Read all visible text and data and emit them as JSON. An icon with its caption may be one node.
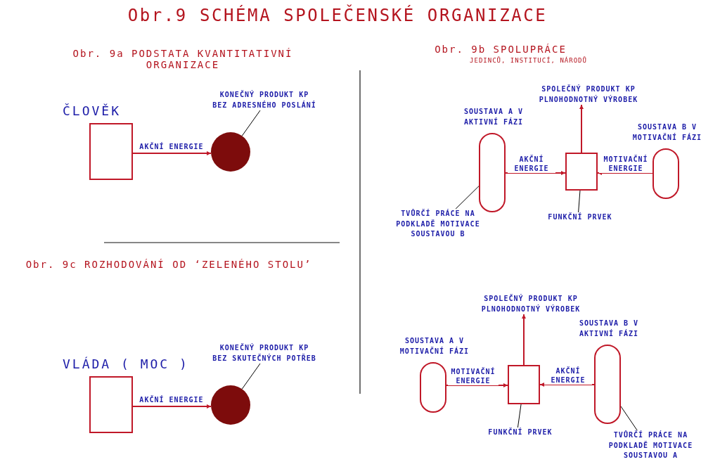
{
  "diagram": {
    "title": "Obr.9 SCHÉMA SPOLEČENSKÉ ORGANIZACE",
    "nodes": [
      {
        "text": [
          "ČLOVĚK"
        ]
      },
      {
        "text": [],
        "shape": "circle"
      },
      {
        "text": [
          "KONEČNÝ PRODUKT KP BEZ ADRESNÉHO POSLÁNÍ"
        ]
      },
      {
        "text": [
          "VLÁDA ( MOC )"
        ]
      },
      {
        "text": [],
        "shape": "circle"
      },
      {
        "text": [
          "KONEČNÝ PRODUKT KP BEZ SKUTEČNÝCH POTŘEB"
        ]
      },
      {
        "text": [
          "SOUSTAVA A V AKTIVNÍ FÁZI"
        ]
      },
      {
        "text": [],
        "shape": "box"
      },
      {
        "text": [
          "SOUSTAVA B V MOTIVAČNÍ FÁZI"
        ]
      },
      {
        "text": [
          "SPOLEČNÝ PRODUKT KP PLNOHODNOTNÝ VÝROBEK"
        ]
      },
      {
        "text": [
          "FUNKČNÍ PRVEK"
        ]
      },
      {
        "text": [
          "TVŮRČÍ PRÁCE NA PODKLADĚ MOTIVACE SOUSTAVOU B"
        ]
      },
      {
        "text": [
          "SPOLEČNÝ PRODUKT KP PLNOHODNOTNÝ VÝROBEK"
        ]
      },
      {
        "text": [
          "SOUSTAVA A V MOTIVAČNÍ FÁZI"
        ]
      },
      {
        "text": [],
        "shape": "box"
      },
      {
        "text": [
          "SOUSTAVA B V AKTIVNÍ FÁZI"
        ]
      },
      {
        "text": [
          "FUNKČNÍ PRVEK"
        ]
      },
      {
        "text": [
          "TVŮRČÍ PRÁCE NA PODKLADĚ MOTIVACE SOUSTAVOU A"
        ]
      }
    ],
    "edges": [
      {
        "from": 0,
        "to": 1,
        "arrow": "to",
        "label": "AKČNÍ ENERGIE"
      },
      {
        "from": 2,
        "to": 1,
        "arrow": "none",
        "color": "#000000"
      },
      {
        "from": 3,
        "to": 4,
        "arrow": "to",
        "label": "AKČNÍ ENERGIE"
      },
      {
        "from": 5,
        "to": 4,
        "arrow": "none",
        "color": "#000000"
      },
      {
        "from": 6,
        "to": 7,
        "arrow": "to",
        "label": "AKČNÍ ENERGIE"
      },
      {
        "from": 8,
        "to": 7,
        "arrow": "to",
        "label": "MOTIVAČNÍ ENERGIE"
      },
      {
        "from": 7,
        "to": 9,
        "arrow": "to"
      },
      {
        "from": 10,
        "to": 7,
        "arrow": "none",
        "color": "#000000"
      },
      {
        "from": 11,
        "to": 6,
        "arrow": "none",
        "color": "#000000"
      },
      {
        "from": 13,
        "to": 14,
        "arrow": "to",
        "label": "MOTIVAČNÍ ENERGIE"
      },
      {
        "from": 15,
        "to": 14,
        "arrow": "to",
        "label": "AKČNÍ ENERGIE"
      },
      {
        "from": 14,
        "to": 12,
        "arrow": "to"
      },
      {
        "from": 16,
        "to": 14,
        "arrow": "none",
        "color": "#000000"
      },
      {
        "from": 17,
        "to": 15,
        "arrow": "none",
        "color": "#000000"
      }
    ],
    "labels": [
      "Obr. 9a PODSTATA KVANTITATIVNÍ ORGANIZACE",
      "Obr. 9b SPOLUPRÁCE",
      "JEDINCŮ, INSTITUCÍ, NÁRODŮ",
      "Obr. 9c ROZHODOVÁNÍ OD ‘ZELENÉHO STOLU’"
    ]
  }
}
